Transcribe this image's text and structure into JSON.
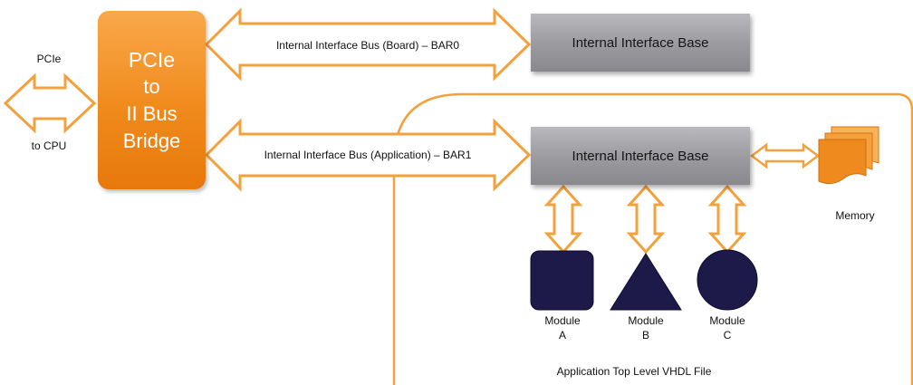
{
  "pcie_left": {
    "top": "PCIe",
    "bottom": "to CPU"
  },
  "bridge": {
    "line1": "PCIe",
    "line2": "to",
    "line3": "II Bus",
    "line4": "Bridge"
  },
  "bus_board_label": "Internal Interface Bus (Board) – BAR0",
  "bus_app_label": "Internal Interface Bus (Application) – BAR1",
  "iib_board_label": "Internal Interface Base",
  "iib_app_label": "Internal Interface Base",
  "memory_label": "Memory",
  "modules": [
    {
      "line1": "Module",
      "line2": "A"
    },
    {
      "line1": "Module",
      "line2": "B"
    },
    {
      "line1": "Module",
      "line2": "C"
    }
  ],
  "app_container_label": "Application Top Level VHDL File",
  "colors": {
    "orange": "#f28c1d",
    "arrow_stroke": "#f3a13c",
    "grey_box": "#9c9ca1",
    "module_fill": "#1d1a4a"
  }
}
